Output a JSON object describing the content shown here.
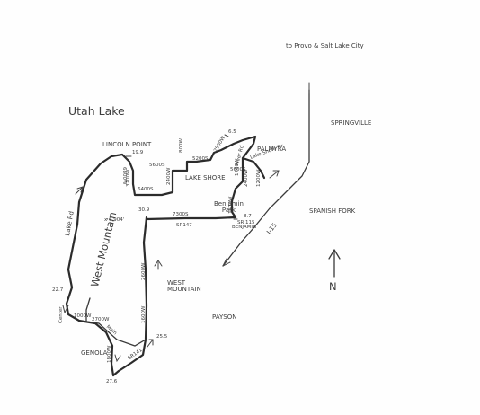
{
  "labels": {
    "to_provo": "to Provo & Salt Lake City",
    "utah_lake": "Utah Lake",
    "springville": "SPRINGVILLE",
    "lincoln_point": "LINCOLN POINT",
    "palmyra": "PALMYRA",
    "lake_shore": "LAKE SHORE",
    "benjamin_park": "Benjamin\nPark",
    "benjamin": "BENJAMIN",
    "spanish_fork": "SPANISH FORK",
    "i15": "I-15",
    "lake_rd": "Lake Rd",
    "west_mountain_text": "West Mountain",
    "west_mountain_town": "WEST\nMOUNTAIN",
    "payson": "PAYSON",
    "genola": "GENOLA",
    "north": "N",
    "peak": "x 6,904'"
  },
  "streets": {
    "s6400s": "6400S",
    "s5600s": "5600S",
    "s5200s": "5200S",
    "s5600s_b": "5600S",
    "s7300s": "7300S",
    "sr147": "SR147",
    "sr115": "SR 115",
    "s800w": "800W",
    "s2400w": "2400W",
    "s3200w": "3200W",
    "s2400w_b": "2400W",
    "s1600w": "1600W",
    "s1200w": "1200W",
    "s2500w": "2500W",
    "s2600w": "2600W",
    "s1600w_b": "1600W",
    "s1700w": "1700W",
    "river_rd": "River Rd",
    "s6800w": "6800W",
    "lake_shore_dr": "Lake Shore Dr",
    "s1000w": "1000W",
    "s2700w": "2700W",
    "sr141": "SR141",
    "main": "Main",
    "center": "Center",
    "s1800w": "1800W"
  },
  "mileposts": {
    "m19_9": "19.9",
    "m6_5": "6.5",
    "m8_7": "8.7",
    "m30_9": "30.9",
    "m22_7": "22.7",
    "m25_5": "25.5",
    "m27_6": "27.6"
  },
  "colors": {
    "ink": "#2b2b2b",
    "paper": "#fefefe"
  }
}
